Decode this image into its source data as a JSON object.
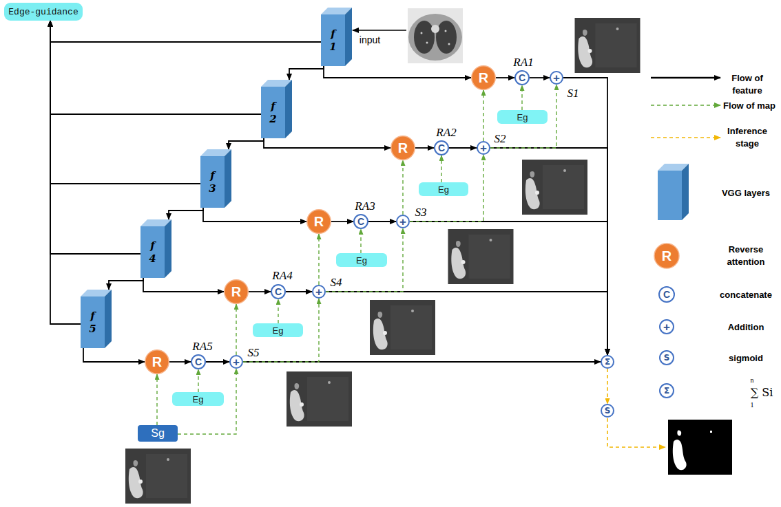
{
  "diagram": {
    "nodes": [
      {
        "text": [
          "Edge-guidance"
        ]
      },
      {
        "text": [
          "f 1"
        ]
      },
      {
        "text": [
          "R"
        ]
      },
      {
        "text": [
          "C"
        ]
      },
      {
        "text": [
          "+"
        ]
      },
      {
        "text": [
          "Eg"
        ]
      },
      {
        "text": [
          "f 2"
        ]
      },
      {
        "text": [
          "R"
        ]
      },
      {
        "text": [
          "C"
        ]
      },
      {
        "text": [
          "+"
        ]
      },
      {
        "text": [
          "Eg"
        ]
      },
      {
        "text": [
          "f 3"
        ]
      },
      {
        "text": [
          "R"
        ]
      },
      {
        "text": [
          "C"
        ]
      },
      {
        "text": [
          "+"
        ]
      },
      {
        "text": [
          "Eg"
        ]
      },
      {
        "text": [
          "f 4"
        ]
      },
      {
        "text": [
          "R"
        ]
      },
      {
        "text": [
          "C"
        ]
      },
      {
        "text": [
          "+"
        ]
      },
      {
        "text": [
          "Eg"
        ]
      },
      {
        "text": [
          "f 5"
        ]
      },
      {
        "text": [
          "R"
        ]
      },
      {
        "text": [
          "C"
        ]
      },
      {
        "text": [
          "+"
        ]
      },
      {
        "text": [
          "Eg"
        ]
      },
      {
        "text": [
          "Σ"
        ]
      },
      {
        "text": [
          "Sg"
        ]
      },
      {
        "text": [
          "S"
        ]
      }
    ],
    "edges": [
      {
        "from": 1,
        "to": 0,
        "arrow": "to"
      },
      {
        "from": 6,
        "to": 0,
        "arrow": "to"
      },
      {
        "from": 11,
        "to": 0,
        "arrow": "to"
      },
      {
        "from": 16,
        "to": 0,
        "arrow": "to"
      },
      {
        "from": 21,
        "to": 0,
        "arrow": "to"
      },
      {
        "from": 1,
        "to": 6,
        "arrow": "to"
      },
      {
        "from": 6,
        "to": 11,
        "arrow": "to"
      },
      {
        "from": 11,
        "to": 16,
        "arrow": "to"
      },
      {
        "from": 16,
        "to": 21,
        "arrow": "to"
      },
      {
        "from": 1,
        "to": 2,
        "arrow": "to"
      },
      {
        "from": 6,
        "to": 7,
        "arrow": "to"
      },
      {
        "from": 11,
        "to": 12,
        "arrow": "to"
      },
      {
        "from": 16,
        "to": 17,
        "arrow": "to"
      },
      {
        "from": 21,
        "to": 22,
        "arrow": "to"
      },
      {
        "from": 2,
        "to": 3,
        "arrow": "to"
      },
      {
        "from": 7,
        "to": 8,
        "arrow": "to"
      },
      {
        "from": 12,
        "to": 13,
        "arrow": "to"
      },
      {
        "from": 17,
        "to": 18,
        "arrow": "to"
      },
      {
        "from": 22,
        "to": 23,
        "arrow": "to"
      },
      {
        "from": 3,
        "to": 4,
        "arrow": "to"
      },
      {
        "from": 8,
        "to": 9,
        "arrow": "to"
      },
      {
        "from": 13,
        "to": 14,
        "arrow": "to"
      },
      {
        "from": 18,
        "to": 19,
        "arrow": "to"
      },
      {
        "from": 23,
        "to": 24,
        "arrow": "to"
      },
      {
        "from": 5,
        "to": 3,
        "arrow": "to"
      },
      {
        "from": 10,
        "to": 8,
        "arrow": "to"
      },
      {
        "from": 15,
        "to": 13,
        "arrow": "to"
      },
      {
        "from": 20,
        "to": 18,
        "arrow": "to"
      },
      {
        "from": 25,
        "to": 23,
        "arrow": "to"
      },
      {
        "from": 4,
        "to": 26,
        "arrow": "to"
      },
      {
        "from": 9,
        "to": 26,
        "arrow": "to"
      },
      {
        "from": 14,
        "to": 26,
        "arrow": "to"
      },
      {
        "from": 19,
        "to": 26,
        "arrow": "to"
      },
      {
        "from": 24,
        "to": 26,
        "arrow": "to"
      },
      {
        "from": 9,
        "to": 2,
        "arrow": "to"
      },
      {
        "from": 14,
        "to": 7,
        "arrow": "to"
      },
      {
        "from": 19,
        "to": 12,
        "arrow": "to"
      },
      {
        "from": 24,
        "to": 17,
        "arrow": "to"
      },
      {
        "from": 9,
        "to": 4,
        "arrow": "to"
      },
      {
        "from": 14,
        "to": 9,
        "arrow": "to"
      },
      {
        "from": 19,
        "to": 14,
        "arrow": "to"
      },
      {
        "from": 24,
        "to": 19,
        "arrow": "to"
      },
      {
        "from": 27,
        "to": 22,
        "arrow": "to"
      },
      {
        "from": 27,
        "to": 24,
        "arrow": "to"
      },
      {
        "from": 26,
        "to": 28,
        "arrow": "to"
      }
    ],
    "labels": [
      "input",
      "RA1",
      "S1",
      "RA2",
      "S2",
      "RA3",
      "S3",
      "RA4",
      "S4",
      "RA5",
      "S5",
      "R",
      "C",
      "+",
      "S",
      "Σ",
      "n",
      "1"
    ],
    "legend": [
      {
        "text": "Flow of feature"
      },
      {
        "text": "Flow of map"
      },
      {
        "text": "Inference stage"
      },
      {
        "text": "VGG layers"
      },
      {
        "text": "Reverse attention"
      },
      {
        "text": "concatenate"
      },
      {
        "text": "Addition"
      },
      {
        "text": "sigmoid"
      },
      {
        "text": "∑ Si"
      }
    ]
  }
}
